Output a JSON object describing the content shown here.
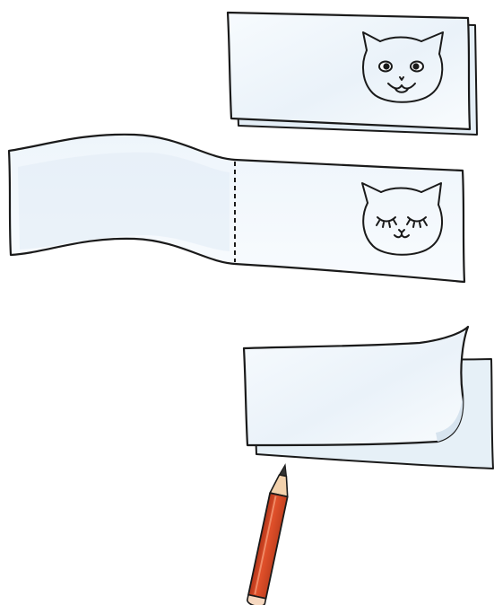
{
  "figure": {
    "panels": [
      {
        "id": "panel-1",
        "subject": "folded-paper-strip-with-awake-cat"
      },
      {
        "id": "panel-2",
        "subject": "unfolded-paper-strip-with-sleeping-cat"
      },
      {
        "id": "panel-3",
        "subject": "curled-paper-strip-with-pencil"
      }
    ],
    "colors": {
      "paper": "#f3f8fc",
      "paper_shade": "#dfeaf3",
      "outline": "#1a1a1a",
      "pencil_body": "#e0502a",
      "pencil_dark": "#b5361a",
      "pencil_wood": "#f3d2ad",
      "lead": "#333333",
      "eraser": "#f6d8c0"
    }
  }
}
